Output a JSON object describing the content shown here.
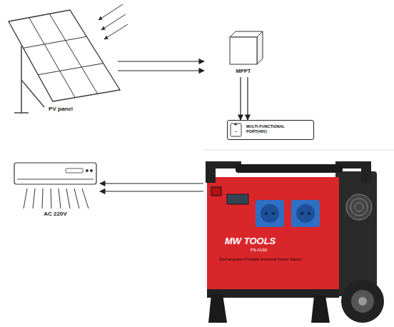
{
  "diagram": {
    "nodes": [
      {
        "text": [
          "PV panel"
        ]
      },
      {
        "text": [
          "MPPT"
        ]
      },
      {
        "text": [
          "MULTI-FUNCTIONAL PORT(48V)"
        ]
      },
      {
        "text": [
          "AC 220V"
        ]
      },
      {
        "text": [
          "MW TOOLS",
          "PS A160",
          "Rechargeable Portable Industrial Power Station"
        ]
      }
    ],
    "edges": [
      {
        "from": 0,
        "to": 1,
        "arrow": "to"
      },
      {
        "from": 0,
        "to": 1,
        "arrow": "to"
      },
      {
        "from": 1,
        "to": 2,
        "arrow": "to"
      },
      {
        "from": 1,
        "to": 2,
        "arrow": "to"
      },
      {
        "from": 4,
        "to": 3,
        "arrow": "to"
      },
      {
        "from": 4,
        "to": 3,
        "arrow": "to"
      }
    ],
    "labels": [
      "+",
      "-"
    ]
  }
}
